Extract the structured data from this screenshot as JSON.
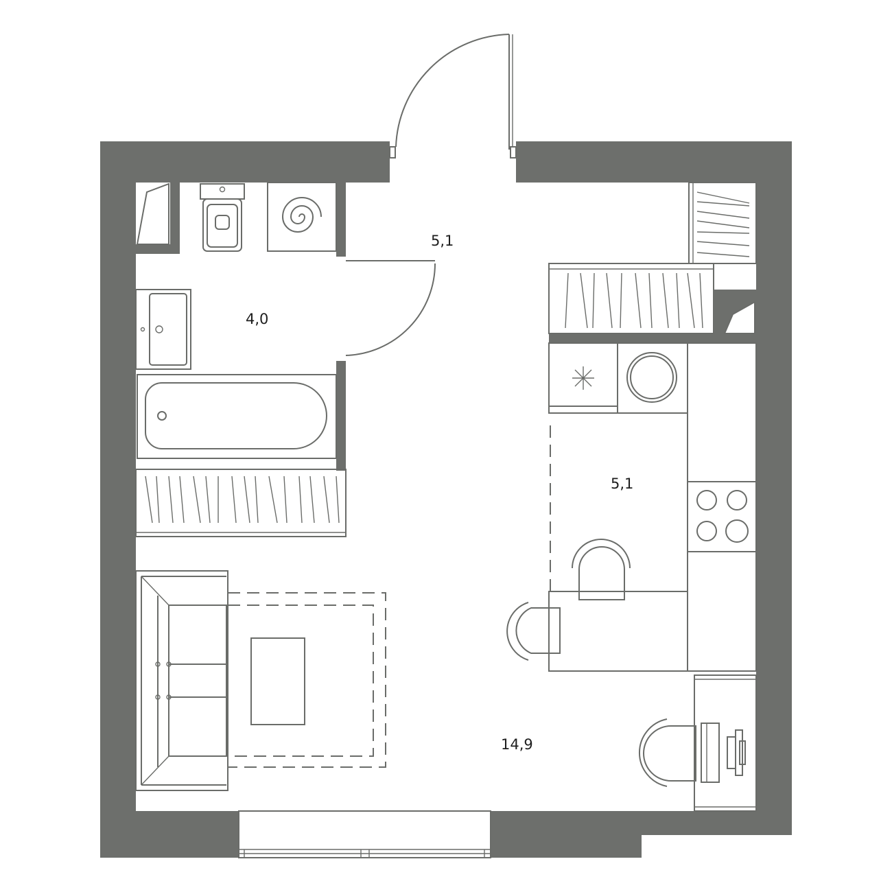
{
  "plan": {
    "wall_color": "#6d6f6c",
    "line_color": "#6a6c69",
    "background": "#ffffff"
  },
  "rooms": {
    "hallway": {
      "area": "5,1"
    },
    "bathroom": {
      "area": "4,0"
    },
    "kitchen": {
      "area": "5,1"
    },
    "living_room": {
      "area": "14,9"
    }
  }
}
